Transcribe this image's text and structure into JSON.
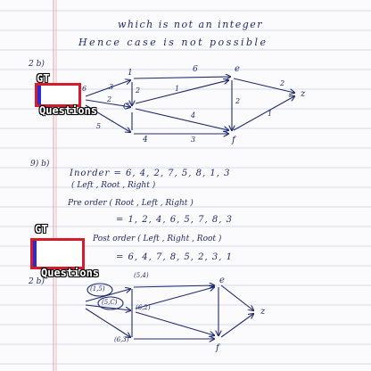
{
  "notes": {
    "line_1": "which is not an integer",
    "line_2": "Hence case is not possible",
    "q2_label": "2 b)",
    "q9_label": "9) b)",
    "inorder": "Inorder = 6, 4, 2, 7, 5, 8, 1, 3",
    "inorder_sub": "( Left , Root , Right )",
    "preorder_title": "Pre order ( Root , Left , Right )",
    "preorder_value": "= 1, 2, 4, 6, 5, 7, 8, 3",
    "postorder_title": "Post order ( Left , Right , Root )",
    "postorder_value": "= 6, 4, 7, 8, 5, 2, 3, 1",
    "q2_label_2": "2 b)"
  },
  "graph_top": {
    "nodes": [
      "1",
      "C",
      "6",
      "e",
      "z",
      "4",
      "f"
    ],
    "edges": [
      "6",
      "3",
      "2",
      "2",
      "1",
      "4",
      "2",
      "2",
      "5",
      "3",
      "1"
    ]
  },
  "graph_bottom": {
    "nodes": [
      "(1,5)",
      "(5,C)",
      "(5,4)",
      "(6,2)",
      "(6,3)",
      "e",
      "z",
      "f"
    ]
  },
  "overlays": [
    {
      "gt": "GT",
      "questions": "Questions"
    },
    {
      "gt": "GT",
      "questions": "Questions"
    }
  ],
  "colors": {
    "ink": "#1f2a6e",
    "rule": "#c9cfe6",
    "margin": "#e8a0a8",
    "box_outer": "#d51b2c",
    "box_inner": "#2b2bd6"
  }
}
